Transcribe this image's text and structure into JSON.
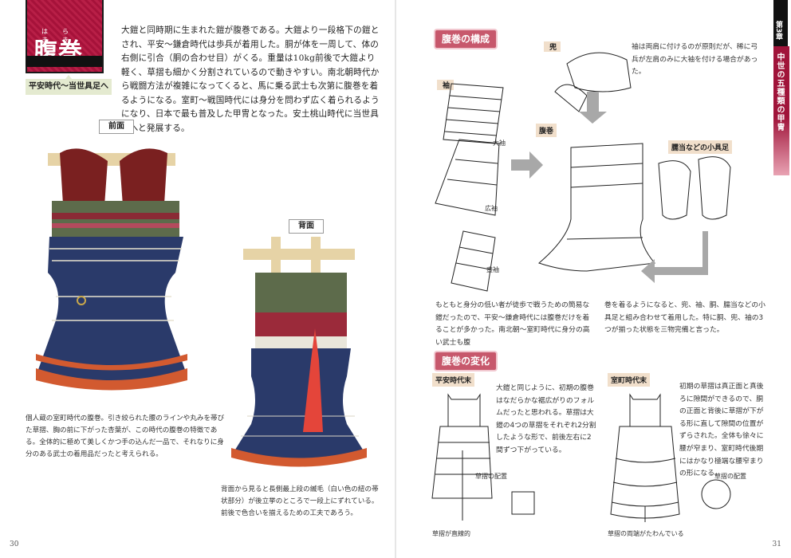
{
  "left_page": {
    "title": {
      "ruby": "はら まき",
      "text": "腹巻"
    },
    "era_tag": "平安時代〜当世具足へ",
    "intro": "大鎧と同時期に生まれた鎧が腹巻である。大鎧より一段格下の鎧とされ、平安〜鎌倉時代は歩兵が着用した。胴が体を一周して、体の右側に引合（胴の合わせ目）がくる。重量は10kg前後で大鎧より軽く、草摺も細かく分割されているので動きやすい。南北朝時代から戦闘方法が複雑になってくると、馬に乗る武士も次第に腹巻を着るようになる。室町〜戦国時代には身分を問わず広く着られるようになり、日本で最も普及した甲冑となった。安土桃山時代に当世具足へと発展する。",
    "front_label": "前面",
    "back_label": "背面",
    "front_caption": "個人蔵の室町時代の腹巻。引き絞られた腰のラインや丸みを帯びた草摺、胸の前に下がった杏葉が、この時代の腹巻の特徴である。全体的に極めて美しくかつ手の込んだ一品で、それなりに身分のある武士の着用品だったと考えられる。",
    "back_caption": "背面から見ると長側最上段の縅毛（白い色の紐の帯状部分）が後立挙のところで一段上にずれている。前後で色合いを揃えるための工夫であろう。",
    "page_number": "30"
  },
  "right_page": {
    "sidebar": {
      "chapter": "第3章",
      "title": "中世の五種類の甲冑"
    },
    "section1": {
      "header": "腹巻の構成",
      "labels": {
        "sode": "袖",
        "kabuto": "兜",
        "haramaki": "腹巻",
        "osode": "大袖",
        "hirosode": "広袖",
        "tsubosode": "壺袖",
        "kogusoku": "臑当などの小具足"
      },
      "note_kabuto": "袖は両肩に付けるのが原則だが、稀に弓兵が左肩のみに大袖を付ける場合があった。",
      "body_left": "もともと身分の低い者が徒歩で戦うための簡易な鎧だったので、平安〜鎌倉時代には腹巻だけを着ることが多かった。南北朝〜室町時代に身分の高い武士も腹",
      "body_right": "巻を着るようになると、兜、袖、胴、臑当などの小具足と組み合わせて着用した。特に胴、兜、袖の3つが揃った状態を三物完備と言った。"
    },
    "section2": {
      "header": "腹巻の変化",
      "heian": {
        "tag": "平安時代末",
        "text": "大鎧と同じように、初期の腹巻はなだらかな裾広がりのフォルムだったと思われる。草摺は大鎧の4つの草摺をそれぞれ2分割したような形で、前後左右に2間ずつ下がっている。",
        "layout_label": "草摺の配置",
        "pointer_label": "草摺が直線的"
      },
      "muromachi": {
        "tag": "室町時代末",
        "text": "初期の草摺は真正面と真後ろに隙間ができるので、胴の正面と背後に草摺が下がる形に直して隙間の位置がずらされた。全体も徐々に腰が窄まり、室町時代後期にはかなり極端な腰窄まりの形になる。",
        "layout_label": "草摺の配置",
        "pointer_label": "草摺の両端がたわんでいる"
      }
    },
    "page_number": "31"
  },
  "colors": {
    "title_red": "#a6123a",
    "pink_header": "#c7586c",
    "beige_tag": "#f1dfcb",
    "era_green": "#e4ead0",
    "arrow_gray": "#a8a8a8"
  }
}
